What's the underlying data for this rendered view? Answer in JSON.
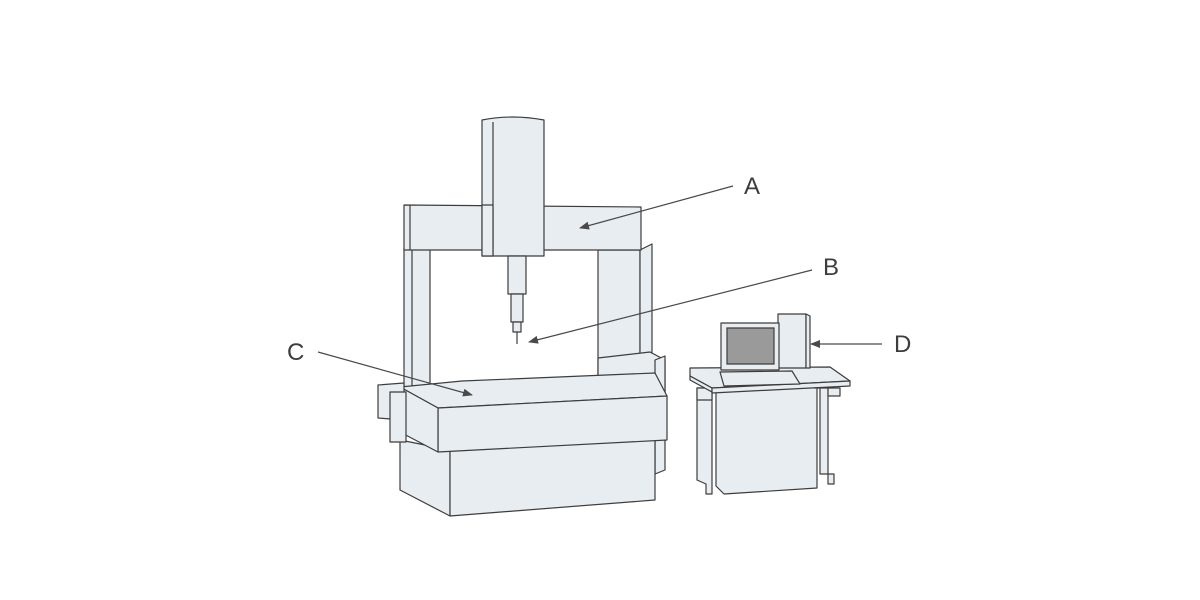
{
  "diagram": {
    "labels": {
      "a": "A",
      "b": "B",
      "c": "C",
      "d": "D"
    },
    "colors": {
      "line": "#3d3d3d",
      "fill": "#e8edf1",
      "screen": "#9a9a9a",
      "background": "#ffffff"
    }
  }
}
